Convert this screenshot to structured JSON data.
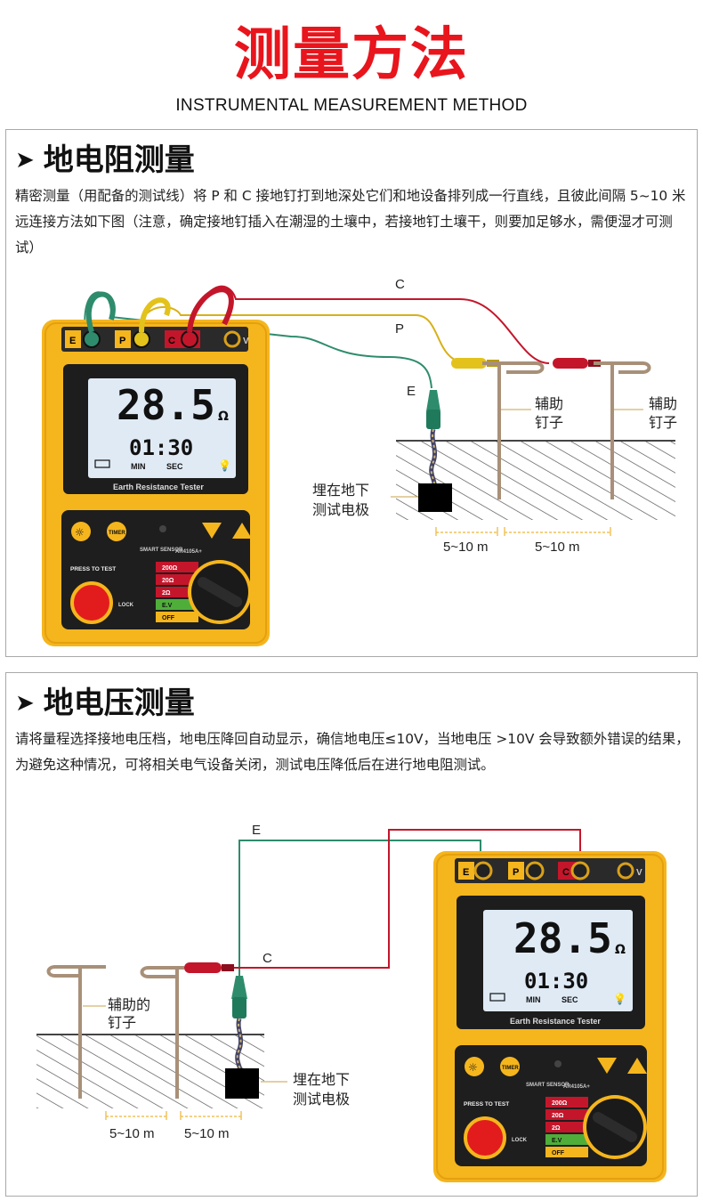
{
  "header": {
    "title": "测量方法",
    "subtitle": "INSTRUMENTAL MEASUREMENT METHOD"
  },
  "colors": {
    "title_red": "#e8151d",
    "device_yellow": "#f5b51d",
    "wire_red": "#c4162b",
    "wire_yellow": "#d8b019",
    "wire_green": "#2e8c6d",
    "lcd_blue": "#dfeaf5"
  },
  "section1": {
    "heading": "地电阻测量",
    "description": "精密测量（用配备的测试线）将 P 和 C 接地钉打到地深处它们和地设备排列成一行直线，且彼此间隔 5~10 米远连接方法如下图（注意，确定接地钉插入在潮湿的土壤中，若接地钉土壤干，则要加足够水，需便湿才可测试）",
    "wire_labels": {
      "c": "C",
      "p": "P",
      "e": "E"
    },
    "aux_stake_label_1": [
      "辅助",
      "钉子"
    ],
    "aux_stake_label_2": [
      "辅助",
      "钉子"
    ],
    "electrode_label": [
      "埋在地下",
      "测试电极"
    ],
    "distance_1": "5~10 m",
    "distance_2": "5~10 m"
  },
  "section2": {
    "heading": "地电压测量",
    "description": "请将量程选择接地电压档，地电压降回自动显示，确信地电压≤10V，当地电压 >10V 会导致额外错误的结果，为避免这种情况，可将相关电气设备关闭，测试电压降低后在进行地电阻测试。",
    "wire_labels": {
      "e": "E",
      "c": "C"
    },
    "aux_stake_label": [
      "辅助的",
      "钉子"
    ],
    "electrode_label": [
      "埋在地下",
      "测试电极"
    ],
    "distance_1": "5~10 m",
    "distance_2": "5~10 m"
  },
  "device": {
    "reading": "28.5",
    "unit": "Ω",
    "timer": "01:30",
    "min_label": "MIN",
    "sec_label": "SEC",
    "name": "Earth Resistance Tester",
    "brand": "SMART SENSOR",
    "model": "AR4105A+",
    "timer_button": "TIMER",
    "press_to_test": "PRESS TO TEST",
    "lock": "LOCK",
    "terminals": [
      "E",
      "P",
      "C",
      "V"
    ],
    "ranges": [
      "200Ω",
      "20Ω",
      "2Ω",
      "E.V",
      "OFF"
    ]
  }
}
